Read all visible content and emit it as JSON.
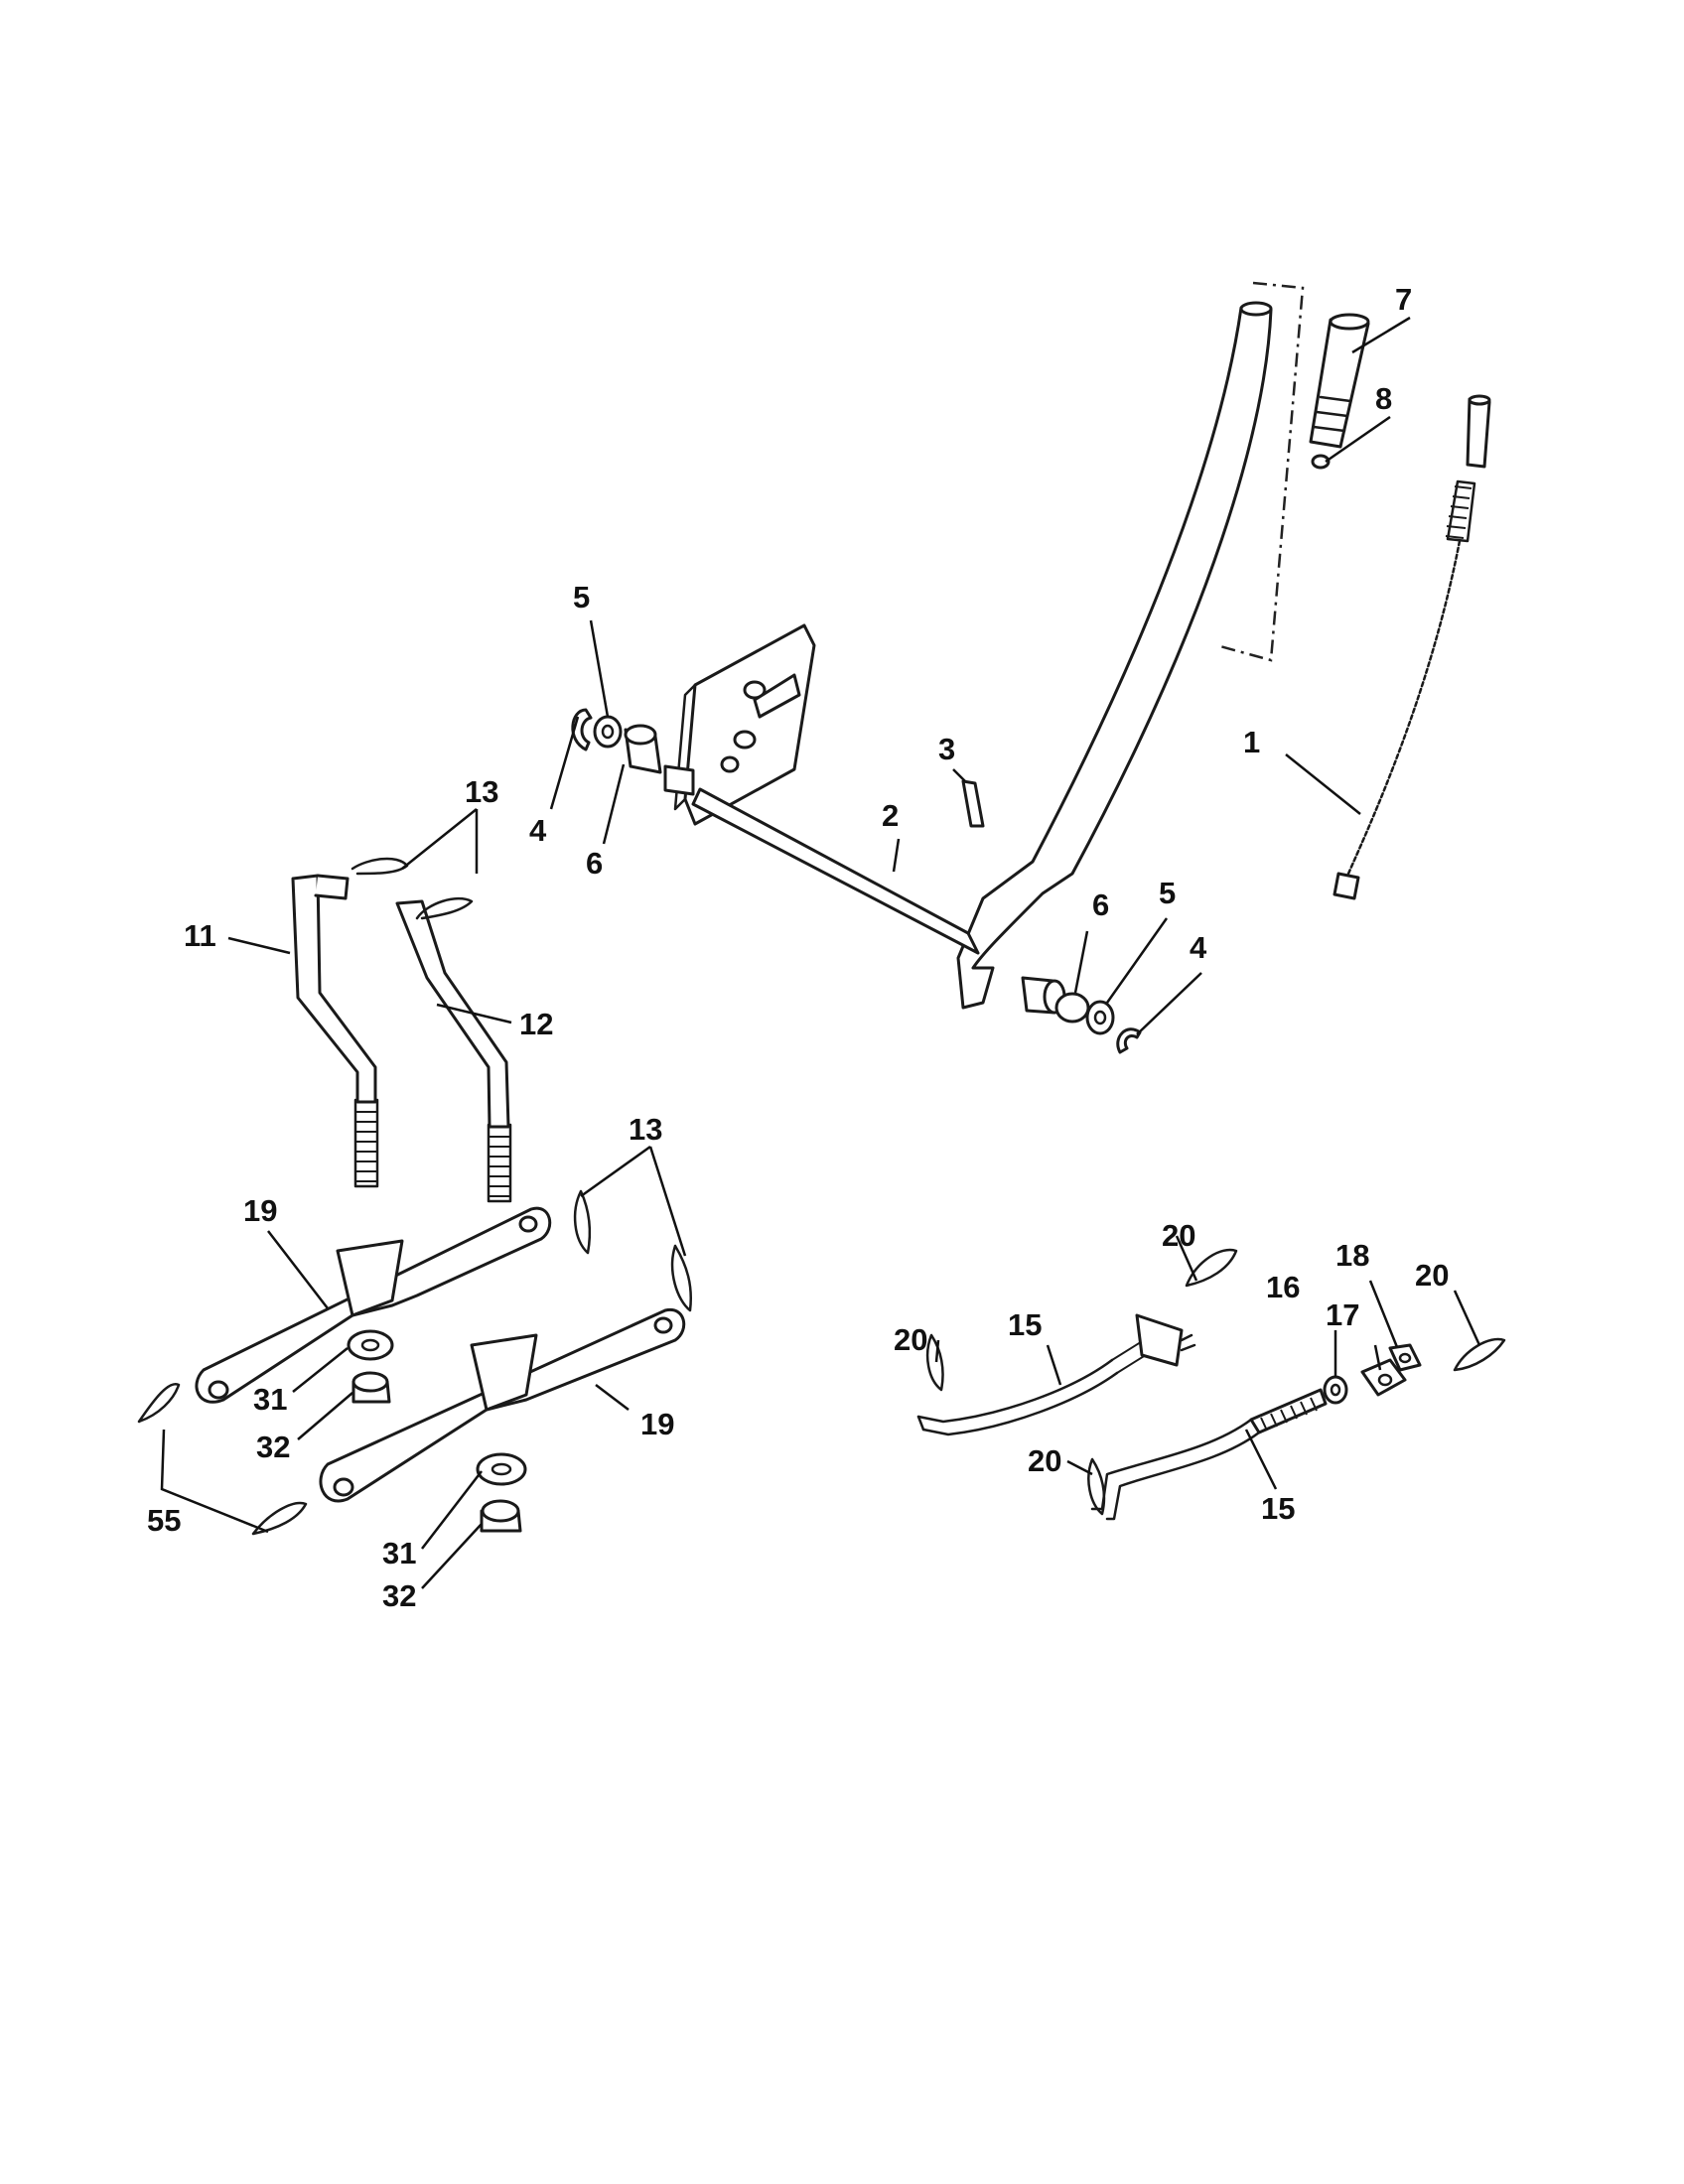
{
  "callouts": {
    "c1": "1",
    "c2": "2",
    "c3": "3",
    "c4a": "4",
    "c4b": "4",
    "c5a": "5",
    "c5b": "5",
    "c6a": "6",
    "c6b": "6",
    "c7": "7",
    "c8": "8",
    "c11": "11",
    "c12": "12",
    "c13a": "13",
    "c13b": "13",
    "c15a": "15",
    "c15b": "15",
    "c16": "16",
    "c17": "17",
    "c18": "18",
    "c19a": "19",
    "c19b": "19",
    "c20a": "20",
    "c20b": "20",
    "c20c": "20",
    "c20d": "20",
    "c31a": "31",
    "c31b": "31",
    "c32a": "32",
    "c32b": "32",
    "c55": "55"
  }
}
